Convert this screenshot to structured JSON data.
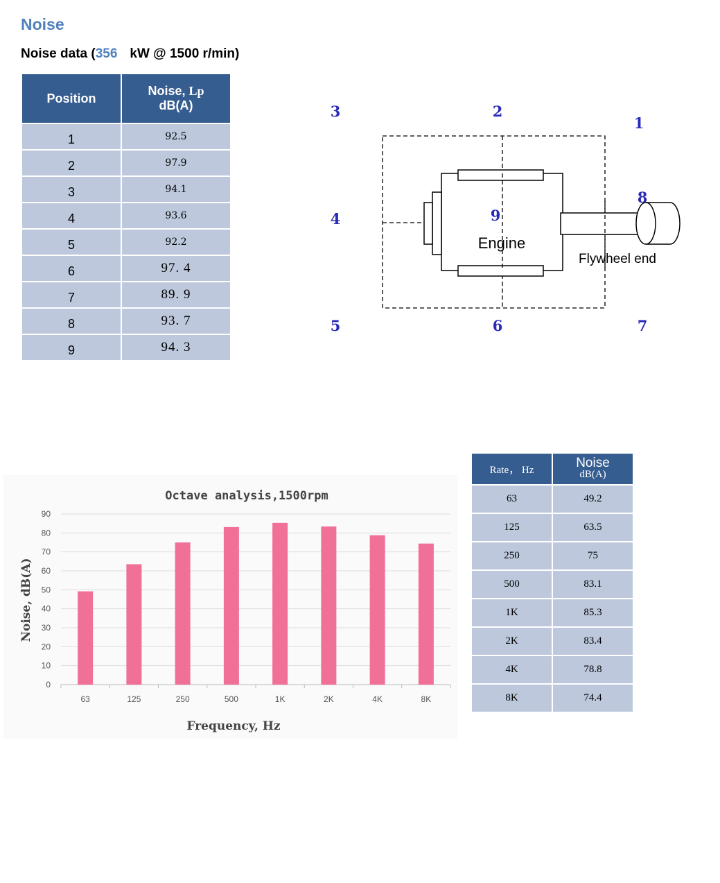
{
  "section_title": "Noise",
  "subtitle": {
    "prefix": "Noise data (",
    "power": "356",
    "suffix": "kW @ 1500 r/min)"
  },
  "position_table": {
    "header_position": "Position",
    "header_noise_line1a": "Noise, ",
    "header_noise_line1b": "Lp",
    "header_noise_line2": "dB(A)",
    "rows": [
      {
        "position": "1",
        "noise": "92.5"
      },
      {
        "position": "2",
        "noise": "97.9"
      },
      {
        "position": "3",
        "noise": "94.1"
      },
      {
        "position": "4",
        "noise": "93.6"
      },
      {
        "position": "5",
        "noise": "92.2"
      },
      {
        "position": "6",
        "noise": "97. 4"
      },
      {
        "position": "7",
        "noise": "89. 9"
      },
      {
        "position": "8",
        "noise": "93. 7"
      },
      {
        "position": "9",
        "noise": "94. 3"
      }
    ]
  },
  "diagram": {
    "engine_label": "Engine",
    "flywheel_label": "Flywheel end",
    "points": [
      "1",
      "2",
      "3",
      "4",
      "5",
      "6",
      "7",
      "8",
      "9"
    ],
    "point_color": "#2a2ab8"
  },
  "frequency_table": {
    "header_rate": "Rate， Hz",
    "header_noise": "Noise",
    "header_unit": "dB(A)",
    "rows": [
      {
        "rate": "63",
        "noise": "49.2"
      },
      {
        "rate": "125",
        "noise": "63.5"
      },
      {
        "rate": "250",
        "noise": "75"
      },
      {
        "rate": "500",
        "noise": "83.1"
      },
      {
        "rate": "1K",
        "noise": "85.3"
      },
      {
        "rate": "2K",
        "noise": "83.4"
      },
      {
        "rate": "4K",
        "noise": "78.8"
      },
      {
        "rate": "8K",
        "noise": "74.4"
      }
    ]
  },
  "chart_data": {
    "type": "bar",
    "title": "Octave analysis,1500rpm",
    "xlabel": "Frequency, Hz",
    "ylabel": "Noise, dB(A)",
    "categories": [
      "63",
      "125",
      "250",
      "500",
      "1K",
      "2K",
      "4K",
      "8K"
    ],
    "values": [
      49.2,
      63.5,
      75,
      83.1,
      85.3,
      83.4,
      78.8,
      74.4
    ],
    "ylim": [
      0,
      90
    ],
    "yticks": [
      0,
      10,
      20,
      30,
      40,
      50,
      60,
      70,
      80,
      90
    ],
    "grid": true,
    "bar_color": "#f07098"
  }
}
